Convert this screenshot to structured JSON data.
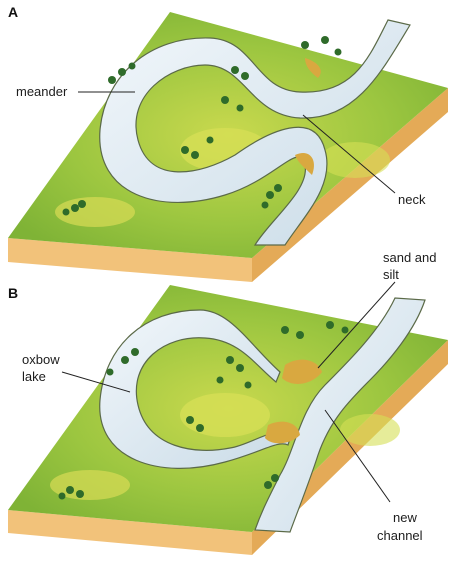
{
  "panels": [
    {
      "letter": "A",
      "labels": {
        "meander": "meander",
        "neck": "neck"
      }
    },
    {
      "letter": "B",
      "labels": {
        "sand": "sand and",
        "silt": "silt",
        "oxbow": "oxbow",
        "lake": "lake",
        "new": "new",
        "channel": "channel"
      }
    }
  ],
  "colors": {
    "grass": "#8dbf3a",
    "grass_light": "#c4d84a",
    "soil_side": "#e9b866",
    "soil_front": "#f3c57a",
    "water": "#e6eff5",
    "water_shadow": "#b8cfdd",
    "tree": "#2f6b2a",
    "sand": "#d9a840"
  }
}
